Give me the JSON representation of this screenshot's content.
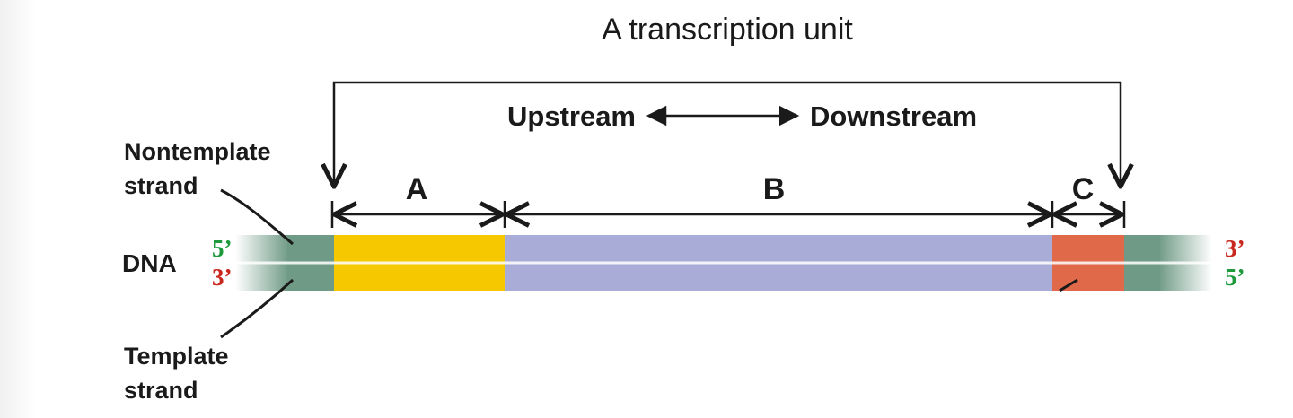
{
  "diagram": {
    "title": "A transcription unit",
    "direction": {
      "upstream": "Upstream",
      "downstream": "Downstream"
    },
    "regions": [
      {
        "label": "A",
        "color": "#f5c800"
      },
      {
        "label": "B",
        "color": "#a8acd6"
      },
      {
        "label": "C",
        "color": "#e0694a"
      }
    ],
    "flank_color": "#6f9a86",
    "dna_label": "DNA",
    "nontemplate_label": [
      "Nontemplate",
      "strand"
    ],
    "template_label": [
      "Template",
      "strand"
    ],
    "left_ends": {
      "top": "5’",
      "bottom": "3’"
    },
    "right_ends": {
      "top": "3’",
      "bottom": "5’"
    },
    "colors": {
      "five_prime": "#1e9a3c",
      "three_prime": "#c8281e"
    }
  }
}
